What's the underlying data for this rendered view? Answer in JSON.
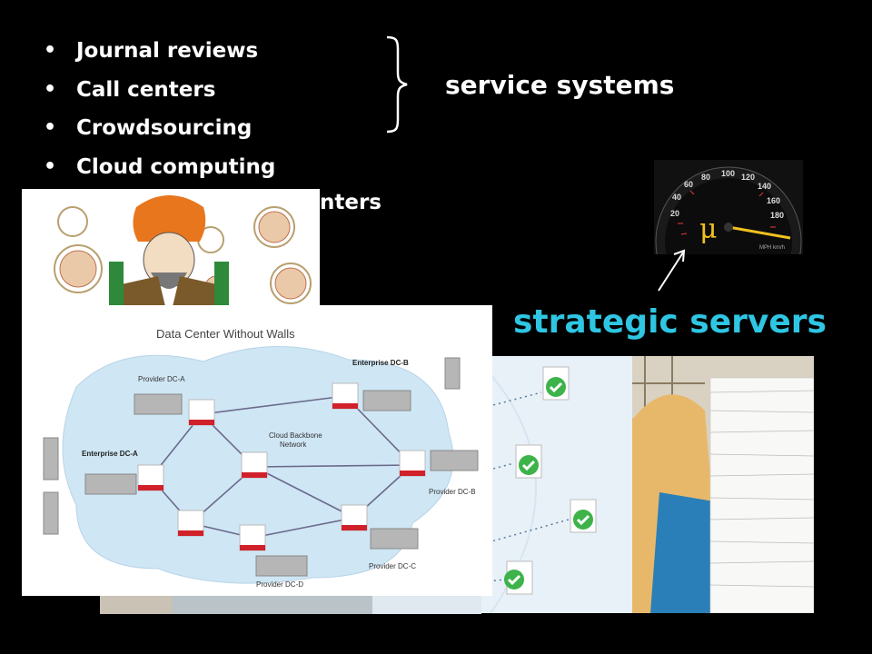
{
  "bullets": [
    "Journal reviews",
    "Call centers",
    "Crowdsourcing",
    "Cloud computing",
    "nters"
  ],
  "service_label": "service systems",
  "speed_symbol": "μ",
  "speedometer": {
    "ticks": [
      "20",
      "40",
      "60",
      "80",
      "100",
      "120",
      "140",
      "160",
      "180"
    ],
    "units": "MPH km/h"
  },
  "strategic_label": "strategic servers",
  "diagram": {
    "title": "Data Center Without Walls",
    "provider_a": "Provider DC-A",
    "enterprise_b": "Enterprise DC-B",
    "enterprise_a": "Enterprise DC-A",
    "backbone": "Cloud Backbone",
    "backbone2": "Network",
    "provider_b": "Provider DC-B",
    "provider_c": "Provider DC-C",
    "provider_d": "Provider DC-D"
  },
  "colors": {
    "accent": "#2fc6e3",
    "background": "#000000",
    "check": "#3db34a",
    "node_red": "#d0212b"
  }
}
